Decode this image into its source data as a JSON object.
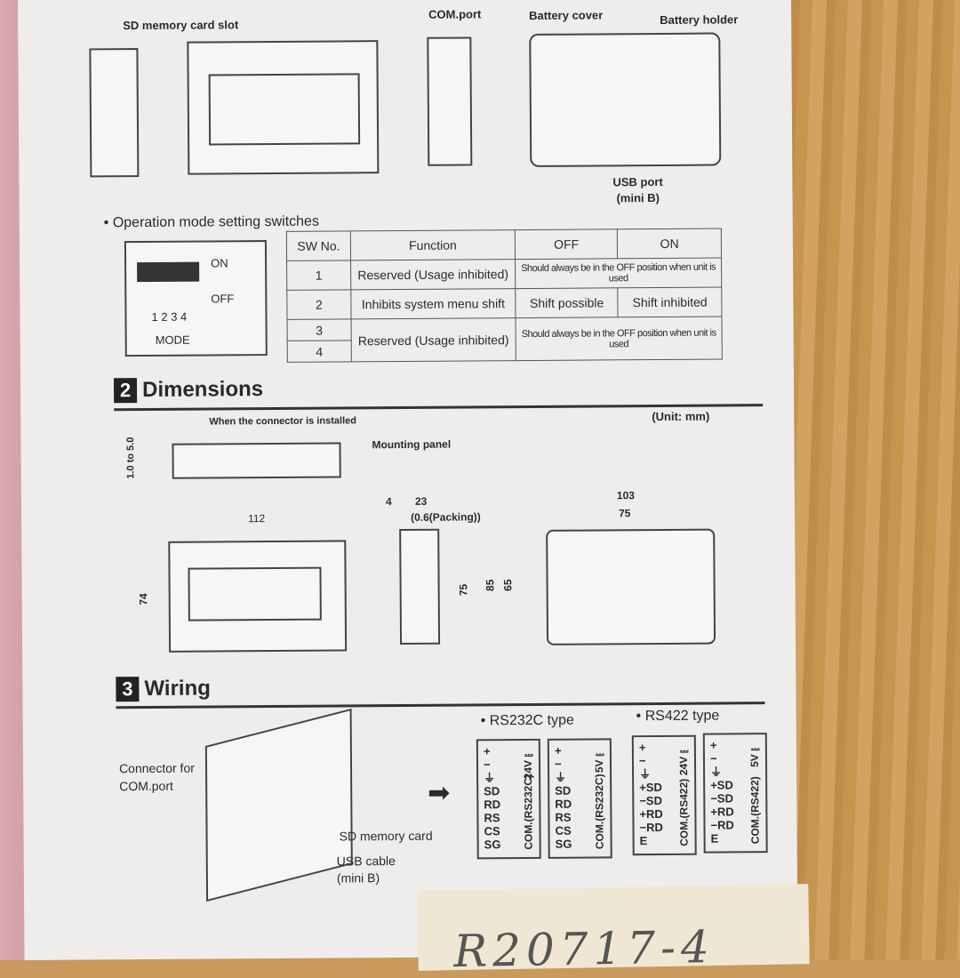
{
  "top_labels": {
    "sd_slot": "SD memory card slot",
    "com_port": "COM.port",
    "battery_cover": "Battery cover",
    "battery_holder": "Battery holder",
    "usb_port": "USB port",
    "usb_port_sub": "(mini B)"
  },
  "switches": {
    "heading": "Operation mode setting switches",
    "on": "ON",
    "off": "OFF",
    "numbers": "1 2 3 4",
    "mode": "MODE",
    "headers": [
      "SW No.",
      "Function",
      "OFF",
      "ON"
    ],
    "rows": [
      {
        "no": "1",
        "function": "Reserved (Usage inhibited)",
        "note": "Should always be in the OFF position when unit is used"
      },
      {
        "no": "2",
        "function": "Inhibits system menu shift",
        "off": "Shift possible",
        "on": "Shift inhibited"
      },
      {
        "no": "3",
        "function": "Reserved (Usage inhibited)",
        "note": "Should always be in the OFF position when unit is used"
      },
      {
        "no": "4"
      }
    ]
  },
  "dimensions": {
    "number": "2",
    "title": "Dimensions",
    "unit": "(Unit: mm)",
    "connector_note": "When the connector is installed",
    "mounting_panel": "Mounting panel",
    "range": "1.0 to 5.0",
    "w112": "112",
    "h74": "74",
    "d4": "4",
    "d23": "23",
    "packing": "(0.6(Packing))",
    "h75": "75",
    "w103": "103",
    "w75": "75",
    "h85": "85",
    "h65": "65"
  },
  "wiring": {
    "number": "3",
    "title": "Wiring",
    "connector": "Connector for",
    "connector2": "COM.port",
    "sd_card": "SD memory card",
    "usb_cable": "USB cable",
    "usb_sub": "(mini B)",
    "rs232c": "RS232C type",
    "rs422": "RS422 type",
    "blocks": [
      {
        "pins": "+\n−\n⏚\nSD\nRD\nRS\nCS\nSG",
        "voltage": "24V⎓",
        "com": "COM.(RS232C)"
      },
      {
        "pins": "+\n−\n⏚\nSD\nRD\nRS\nCS\nSG",
        "voltage": "5V⎓",
        "com": "COM.(RS232C)"
      },
      {
        "pins": "+\n−\n⏚\n+SD\n−SD\n+RD\n−RD\nE",
        "voltage": "24V⎓",
        "com": "COM.(RS422)"
      },
      {
        "pins": "+\n−\n⏚\n+SD\n−SD\n+RD\n−RD\nE",
        "voltage": "5V⎓",
        "com": "COM.(RS422)"
      }
    ]
  },
  "handwritten_note": "R20717-4"
}
